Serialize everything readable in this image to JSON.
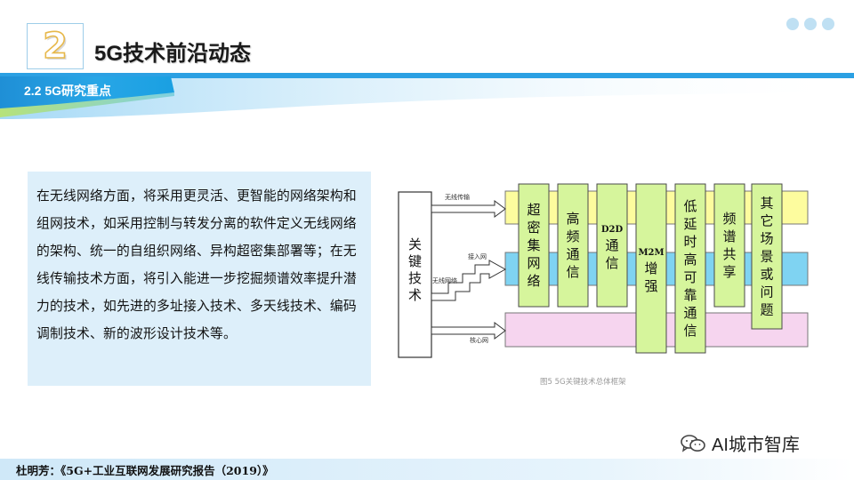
{
  "header": {
    "section_number": "2",
    "title": "5G技术前沿动态",
    "section_label": "2.2 5G研究重点"
  },
  "body_text": "在无线网络方面，将采用更灵活、更智能的网络架构和组网技术，如采用控制与转发分离的软件定义无线网络的架构、统一的自组织网络、异构超密集部署等；在无线传输技术方面，将引入能进一步挖掘频谱效率提升潜力的技术，如先进的多址接入技术、多天线技术、编码调制技术、新的波形设计技术等。",
  "diagram": {
    "left_box": "关键技术",
    "arrows": [
      "无线传输",
      "接入网",
      "无线网络",
      "核心网"
    ],
    "columns": [
      "超密集网络",
      "高频通信",
      "D2D通信",
      "M2M增强",
      "低延时高可靠通信",
      "频谱共享",
      "其它场景或问题"
    ],
    "caption": "图5 5G关键技术总体框架",
    "colors": {
      "band_top": "#fdfc9e",
      "band_mid": "#7fd3f2",
      "band_bottom": "#f6d5ef",
      "column": "#d6f59c",
      "column_border": "#4a4a4a"
    }
  },
  "footer": "杜明芳：《5G+工业互联网发展研究报告（2019）》",
  "watermark": "AI城市智库",
  "icons": {
    "header_dots": "three-dots-decoration",
    "watermark": "wechat-icon"
  }
}
